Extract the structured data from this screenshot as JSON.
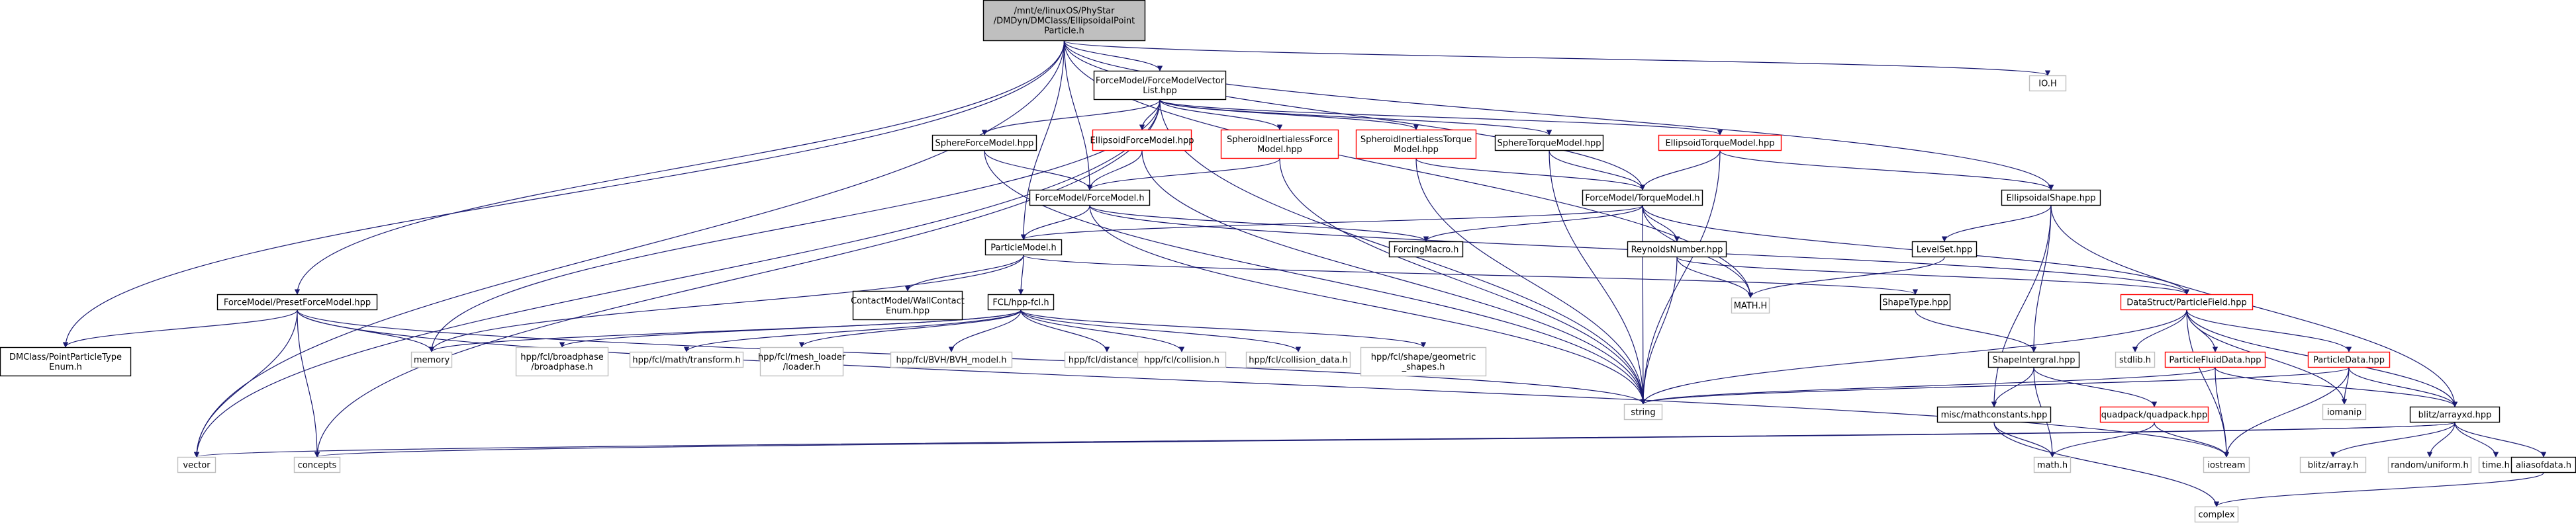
{
  "colors": {
    "edge": "#191970",
    "border_normal": "#000000",
    "border_missing": "#ff0000",
    "border_system": "#bfbfbf",
    "root_fill": "#bfbfbf",
    "fill": "#ffffff"
  },
  "nodes": [
    {
      "id": "root",
      "lines": [
        "/mnt/e/linuxOS/PhyStar",
        "/DMDyn/DMClass/EllipsoidalPoint",
        "Particle.h"
      ],
      "kind": "root"
    },
    {
      "id": "fmvl",
      "lines": [
        "ForceModel/ForceModelVector",
        "List.hpp"
      ],
      "kind": "normal"
    },
    {
      "id": "ioh",
      "lines": [
        "IO.H"
      ],
      "kind": "system"
    },
    {
      "id": "sphfm",
      "lines": [
        "SphereForceModel.hpp"
      ],
      "kind": "normal"
    },
    {
      "id": "ellfm",
      "lines": [
        "EllipsoidForceModel.hpp"
      ],
      "kind": "missing"
    },
    {
      "id": "sphinf",
      "lines": [
        "SpheroidInertialessForce",
        "Model.hpp"
      ],
      "kind": "missing"
    },
    {
      "id": "sphint",
      "lines": [
        "SpheroidInertialessTorque",
        "Model.hpp"
      ],
      "kind": "missing"
    },
    {
      "id": "sphtm",
      "lines": [
        "SphereTorqueModel.hpp"
      ],
      "kind": "normal"
    },
    {
      "id": "elltm",
      "lines": [
        "EllipsoidTorqueModel.hpp"
      ],
      "kind": "missing"
    },
    {
      "id": "fm",
      "lines": [
        "ForceModel/ForceModel.h"
      ],
      "kind": "normal"
    },
    {
      "id": "tm",
      "lines": [
        "ForceModel/TorqueModel.h"
      ],
      "kind": "normal"
    },
    {
      "id": "es",
      "lines": [
        "EllipsoidalShape.hpp"
      ],
      "kind": "normal"
    },
    {
      "id": "pm",
      "lines": [
        "ParticleModel.h"
      ],
      "kind": "normal"
    },
    {
      "id": "fmacro",
      "lines": [
        "ForcingMacro.h"
      ],
      "kind": "normal"
    },
    {
      "id": "reyn",
      "lines": [
        "ReynoldsNumber.hpp"
      ],
      "kind": "normal"
    },
    {
      "id": "ls",
      "lines": [
        "LevelSet.hpp"
      ],
      "kind": "normal"
    },
    {
      "id": "pfm",
      "lines": [
        "ForceModel/PresetForceModel.hpp"
      ],
      "kind": "normal"
    },
    {
      "id": "cm",
      "lines": [
        "ContactModel/WallContact",
        "Enum.hpp"
      ],
      "kind": "normal"
    },
    {
      "id": "fcl",
      "lines": [
        "FCL/hpp-fcl.h"
      ],
      "kind": "normal"
    },
    {
      "id": "mathh",
      "lines": [
        "MATH.H"
      ],
      "kind": "system"
    },
    {
      "id": "dspf",
      "lines": [
        "DataStruct/ParticleField.hpp"
      ],
      "kind": "missing"
    },
    {
      "id": "st",
      "lines": [
        "ShapeType.hpp"
      ],
      "kind": "normal"
    },
    {
      "id": "ppte",
      "lines": [
        "DMClass/PointParticleType",
        "Enum.h"
      ],
      "kind": "normal"
    },
    {
      "id": "mem",
      "lines": [
        "memory"
      ],
      "kind": "system"
    },
    {
      "id": "bp",
      "lines": [
        "hpp/fcl/broadphase",
        "/broadphase.h"
      ],
      "kind": "system"
    },
    {
      "id": "mt",
      "lines": [
        "hpp/fcl/math/transform.h"
      ],
      "kind": "system"
    },
    {
      "id": "ml",
      "lines": [
        "hpp/fcl/mesh_loader",
        "/loader.h"
      ],
      "kind": "system"
    },
    {
      "id": "bvh",
      "lines": [
        "hpp/fcl/BVH/BVH_model.h"
      ],
      "kind": "system"
    },
    {
      "id": "dist",
      "lines": [
        "hpp/fcl/distance.h"
      ],
      "kind": "system"
    },
    {
      "id": "coll",
      "lines": [
        "hpp/fcl/collision.h"
      ],
      "kind": "system"
    },
    {
      "id": "colld",
      "lines": [
        "hpp/fcl/collision_data.h"
      ],
      "kind": "system"
    },
    {
      "id": "geom",
      "lines": [
        "hpp/fcl/shape/geometric",
        "_shapes.h"
      ],
      "kind": "system"
    },
    {
      "id": "stdlib",
      "lines": [
        "stdlib.h"
      ],
      "kind": "system"
    },
    {
      "id": "pfd",
      "lines": [
        "ParticleFluidData.hpp"
      ],
      "kind": "missing"
    },
    {
      "id": "pd",
      "lines": [
        "ParticleData.hpp"
      ],
      "kind": "missing"
    },
    {
      "id": "si",
      "lines": [
        "ShapeIntergral.hpp"
      ],
      "kind": "normal"
    },
    {
      "id": "str",
      "lines": [
        "string"
      ],
      "kind": "system"
    },
    {
      "id": "iomanip",
      "lines": [
        "iomanip"
      ],
      "kind": "system"
    },
    {
      "id": "mc",
      "lines": [
        "misc/mathconstants.hpp"
      ],
      "kind": "normal"
    },
    {
      "id": "qp",
      "lines": [
        "quadpack/quadpack.hpp"
      ],
      "kind": "missing"
    },
    {
      "id": "blitz",
      "lines": [
        "blitz/arrayxd.hpp"
      ],
      "kind": "normal"
    },
    {
      "id": "vec",
      "lines": [
        "vector"
      ],
      "kind": "system"
    },
    {
      "id": "conc",
      "lines": [
        "concepts"
      ],
      "kind": "system"
    },
    {
      "id": "math",
      "lines": [
        "math.h"
      ],
      "kind": "system"
    },
    {
      "id": "iost",
      "lines": [
        "iostream"
      ],
      "kind": "system"
    },
    {
      "id": "ba",
      "lines": [
        "blitz/array.h"
      ],
      "kind": "system"
    },
    {
      "id": "ru",
      "lines": [
        "random/uniform.h"
      ],
      "kind": "system"
    },
    {
      "id": "time",
      "lines": [
        "time.h"
      ],
      "kind": "system"
    },
    {
      "id": "alias",
      "lines": [
        "aliasofdata.h"
      ],
      "kind": "normal"
    },
    {
      "id": "cplx",
      "lines": [
        "complex"
      ],
      "kind": "system"
    }
  ],
  "edges": [
    [
      "root",
      "fmvl"
    ],
    [
      "root",
      "ioh"
    ],
    [
      "root",
      "fm"
    ],
    [
      "root",
      "tm"
    ],
    [
      "root",
      "es"
    ],
    [
      "root",
      "pm"
    ],
    [
      "root",
      "pfm"
    ],
    [
      "root",
      "mathh"
    ],
    [
      "root",
      "ppte"
    ],
    [
      "root",
      "vec"
    ],
    [
      "fmvl",
      "sphfm"
    ],
    [
      "fmvl",
      "ellfm"
    ],
    [
      "fmvl",
      "sphinf"
    ],
    [
      "fmvl",
      "sphint"
    ],
    [
      "fmvl",
      "sphtm"
    ],
    [
      "fmvl",
      "elltm"
    ],
    [
      "fmvl",
      "mem"
    ],
    [
      "fmvl",
      "conc"
    ],
    [
      "fmvl",
      "vec"
    ],
    [
      "fmvl",
      "str"
    ],
    [
      "sphfm",
      "fm"
    ],
    [
      "sphfm",
      "str"
    ],
    [
      "ellfm",
      "fm"
    ],
    [
      "ellfm",
      "str"
    ],
    [
      "sphinf",
      "fm"
    ],
    [
      "sphinf",
      "str"
    ],
    [
      "sphint",
      "tm"
    ],
    [
      "sphint",
      "str"
    ],
    [
      "sphtm",
      "tm"
    ],
    [
      "sphtm",
      "str"
    ],
    [
      "elltm",
      "tm"
    ],
    [
      "elltm",
      "es"
    ],
    [
      "elltm",
      "str"
    ],
    [
      "fm",
      "pm"
    ],
    [
      "fm",
      "fmacro"
    ],
    [
      "fm",
      "dspf"
    ],
    [
      "fm",
      "str"
    ],
    [
      "tm",
      "pm"
    ],
    [
      "tm",
      "fmacro"
    ],
    [
      "tm",
      "reyn"
    ],
    [
      "tm",
      "dspf"
    ],
    [
      "tm",
      "mathh"
    ],
    [
      "tm",
      "str"
    ],
    [
      "es",
      "ls"
    ],
    [
      "es",
      "si"
    ],
    [
      "es",
      "mc"
    ],
    [
      "es",
      "blitz"
    ],
    [
      "pm",
      "cm"
    ],
    [
      "pm",
      "fcl"
    ],
    [
      "pm",
      "st"
    ],
    [
      "pm",
      "mem"
    ],
    [
      "reyn",
      "mathh"
    ],
    [
      "reyn",
      "dspf"
    ],
    [
      "reyn",
      "str"
    ],
    [
      "ls",
      "mathh"
    ],
    [
      "pfm",
      "ppte"
    ],
    [
      "pfm",
      "mem"
    ],
    [
      "pfm",
      "vec"
    ],
    [
      "pfm",
      "conc"
    ],
    [
      "pfm",
      "str"
    ],
    [
      "pfm",
      "iost"
    ],
    [
      "fcl",
      "mem"
    ],
    [
      "fcl",
      "bp"
    ],
    [
      "fcl",
      "mt"
    ],
    [
      "fcl",
      "ml"
    ],
    [
      "fcl",
      "bvh"
    ],
    [
      "fcl",
      "dist"
    ],
    [
      "fcl",
      "coll"
    ],
    [
      "fcl",
      "colld"
    ],
    [
      "fcl",
      "geom"
    ],
    [
      "dspf",
      "stdlib"
    ],
    [
      "dspf",
      "pfd"
    ],
    [
      "dspf",
      "pd"
    ],
    [
      "dspf",
      "iomanip"
    ],
    [
      "dspf",
      "blitz"
    ],
    [
      "dspf",
      "str"
    ],
    [
      "dspf",
      "iost"
    ],
    [
      "st",
      "si"
    ],
    [
      "pfd",
      "iost"
    ],
    [
      "pfd",
      "str"
    ],
    [
      "pfd",
      "blitz"
    ],
    [
      "pd",
      "iomanip"
    ],
    [
      "pd",
      "iost"
    ],
    [
      "pd",
      "blitz"
    ],
    [
      "pd",
      "str"
    ],
    [
      "si",
      "mc"
    ],
    [
      "si",
      "qp"
    ],
    [
      "si",
      "math"
    ],
    [
      "mc",
      "math"
    ],
    [
      "mc",
      "cplx"
    ],
    [
      "qp",
      "math"
    ],
    [
      "qp",
      "iost"
    ],
    [
      "blitz",
      "vec"
    ],
    [
      "blitz",
      "conc"
    ],
    [
      "blitz",
      "ba"
    ],
    [
      "blitz",
      "ru"
    ],
    [
      "blitz",
      "time"
    ],
    [
      "blitz",
      "alias"
    ],
    [
      "alias",
      "cplx"
    ]
  ]
}
